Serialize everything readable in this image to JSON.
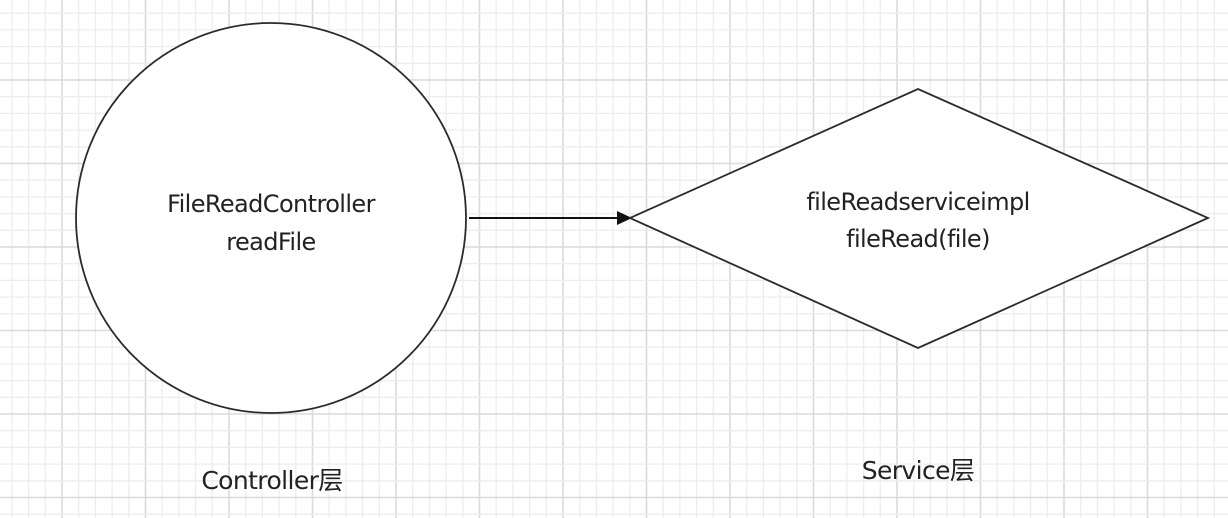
{
  "diagram": {
    "type": "flowchart",
    "background": "grid",
    "colors": {
      "background": "#ffffff",
      "grid_minor": "#ededed",
      "grid_major": "#dadada",
      "shape_stroke": "#2b2b2b",
      "connector": "#111111",
      "text": "#222222"
    },
    "nodes": [
      {
        "id": "controller",
        "shape": "circle",
        "lines": [
          "FileReadController",
          "readFile"
        ]
      },
      {
        "id": "service",
        "shape": "diamond",
        "lines": [
          "fileReadserviceimpl",
          "fileRead(file)"
        ]
      }
    ],
    "edges": [
      {
        "from": "controller",
        "to": "service",
        "arrow": "filled-triangle"
      }
    ],
    "labels": {
      "controller_layer": "Controller层",
      "service_layer": "Service层"
    }
  }
}
